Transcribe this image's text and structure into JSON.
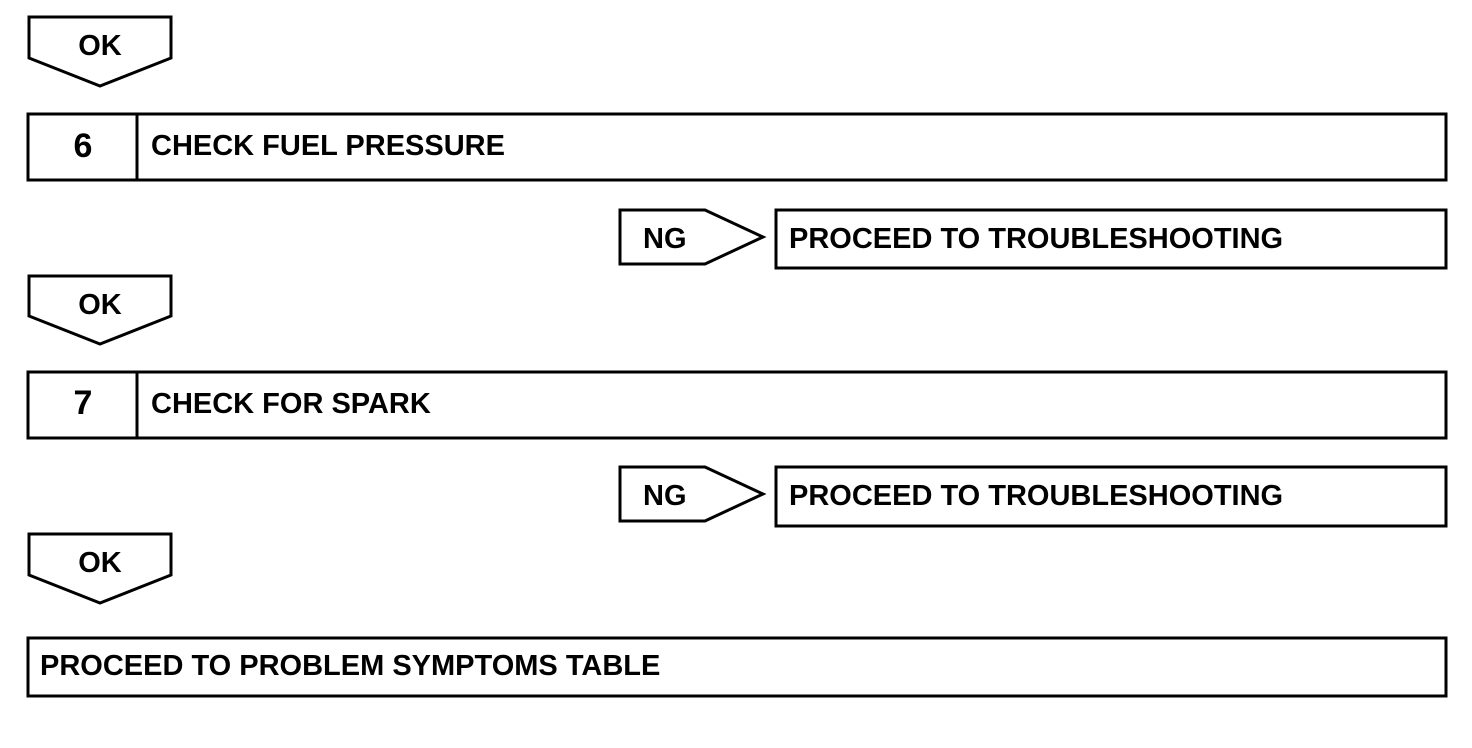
{
  "flow": [
    {
      "kind": "ok",
      "label": "OK"
    },
    {
      "kind": "step",
      "number": "6",
      "title": "CHECK FUEL PRESSURE"
    },
    {
      "kind": "ng",
      "label": "NG",
      "action": "PROCEED TO TROUBLESHOOTING"
    },
    {
      "kind": "ok",
      "label": "OK"
    },
    {
      "kind": "step",
      "number": "7",
      "title": "CHECK FOR SPARK"
    },
    {
      "kind": "ng",
      "label": "NG",
      "action": "PROCEED TO TROUBLESHOOTING"
    },
    {
      "kind": "ok",
      "label": "OK"
    },
    {
      "kind": "final",
      "title": "PROCEED TO PROBLEM SYMPTOMS TABLE"
    }
  ],
  "colors": {
    "stroke": "#000000",
    "background": "#ffffff"
  }
}
